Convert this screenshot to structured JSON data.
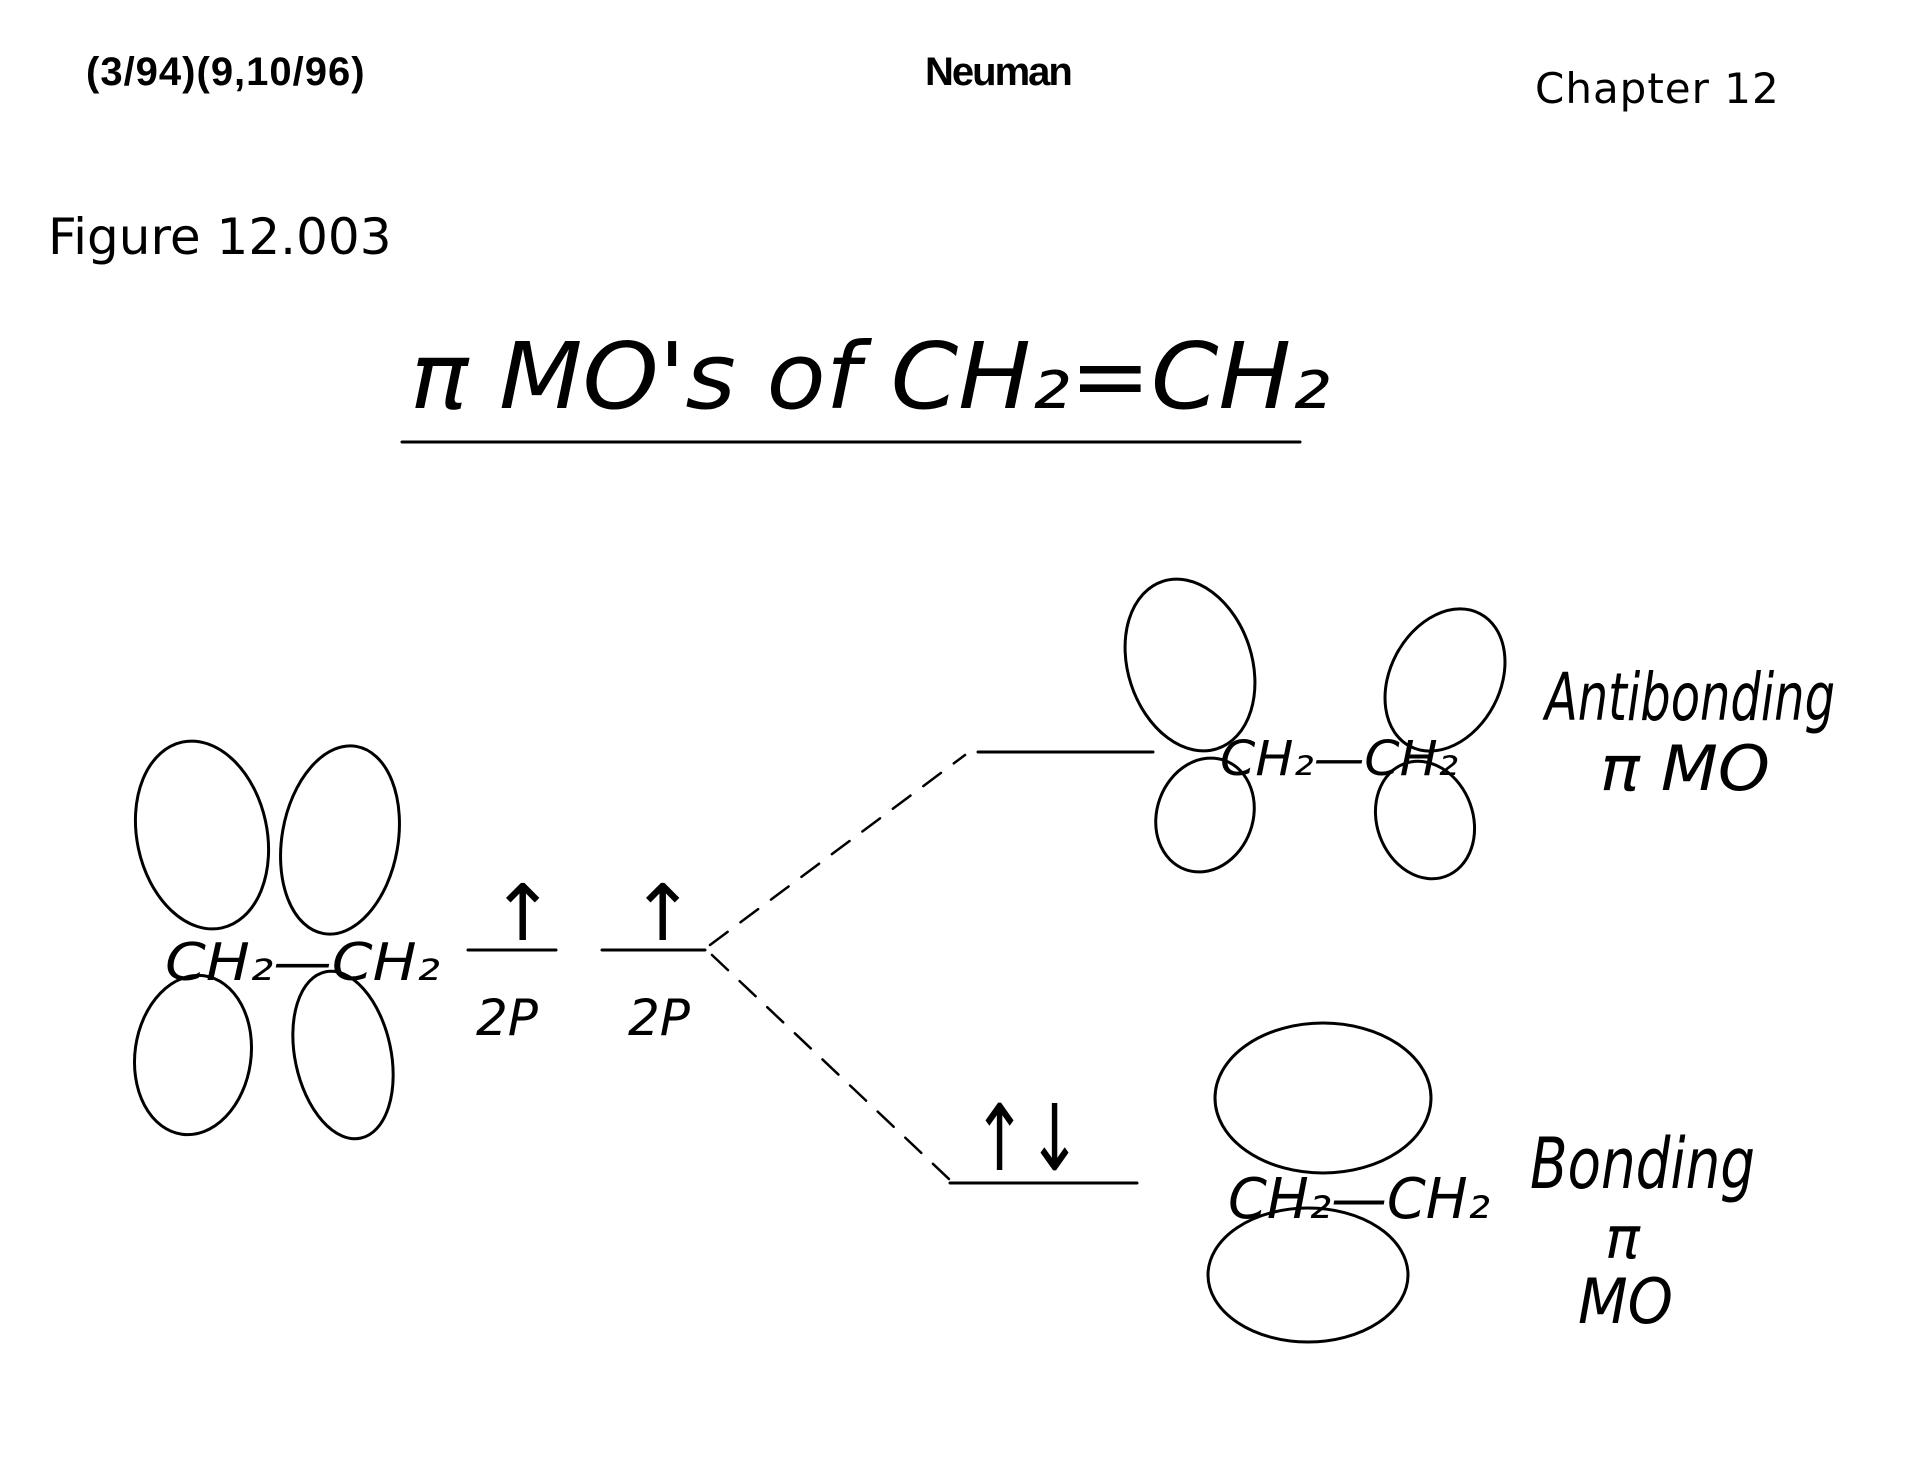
{
  "header": {
    "revision_dates": "(3/94)(9,10/96)",
    "author": "Neuman",
    "chapter": "Chapter 12"
  },
  "figure": {
    "label": "Figure 12.003",
    "title": "π MO's of CH₂=CH₂"
  },
  "left_group": {
    "molecule_label": "CH₂—CH₂",
    "levels": [
      {
        "label": "2P",
        "electrons": "↑"
      },
      {
        "label": "2P",
        "electrons": "↑"
      }
    ]
  },
  "antibonding": {
    "molecule_label": "CH₂—CH₂",
    "title_line1": "Antibonding",
    "title_line2": "π MO"
  },
  "bonding": {
    "molecule_label": "CH₂—CH₂",
    "electrons": "↑↓",
    "title_line1": "Bonding",
    "title_line2": "π",
    "title_line3": "MO"
  }
}
